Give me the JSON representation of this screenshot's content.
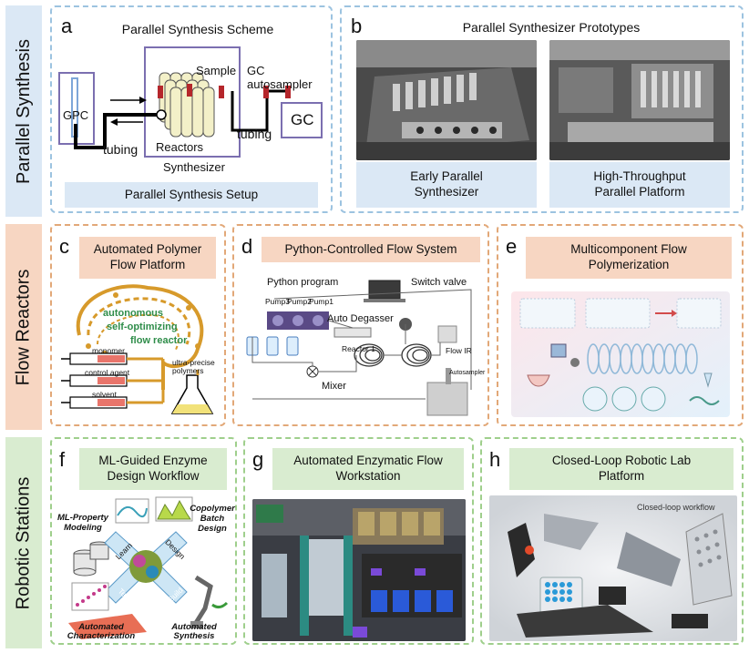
{
  "sections": {
    "parallel": "Parallel Synthesis",
    "flow": "Flow Reactors",
    "robotic": "Robotic Stations"
  },
  "panel_a": {
    "letter": "a",
    "title": "Parallel Synthesis Scheme",
    "labels": {
      "sample": "Sample",
      "gc_autosampler": "GC autosampler",
      "gpc": "GPC",
      "gc": "GC",
      "tubing_left": "tubing",
      "tubing_right": "tubing",
      "reactors": "Reactors",
      "synthesizer": "Synthesizer"
    },
    "caption": "Parallel Synthesis Setup"
  },
  "panel_b": {
    "letter": "b",
    "title": "Parallel Synthesizer Prototypes",
    "left_caption": "Early Parallel Synthesizer",
    "right_caption": "High-Throughput Parallel Platform"
  },
  "panel_c": {
    "letter": "c",
    "title": "Automated Polymer Flow Platform",
    "words": {
      "autonomous": "autonomous",
      "self_optimizing": "self-optimizing",
      "flow_reactor": "flow reactor"
    },
    "syringes": [
      "monomer",
      "control agent",
      "solvent"
    ],
    "flask": "ultra-precise polymers"
  },
  "panel_d": {
    "letter": "d",
    "title": "Python-Controlled Flow System",
    "labels": {
      "python": "Python program",
      "switch": "Switch valve",
      "pump3": "Pump3",
      "pump2": "Pump2",
      "pump1": "Pump1",
      "degasser": "Auto Degasser",
      "reactor": "Reactor 1",
      "flow_ir": "Flow IR",
      "mixer": "Mixer",
      "autosampler": "Autosampler"
    }
  },
  "panel_e": {
    "letter": "e",
    "title": "Multicomponent Flow Polymerization"
  },
  "panel_f": {
    "letter": "f",
    "title": "ML-Guided Enzyme Design Workflow",
    "labels": {
      "ml_model": "ML-Property Modeling",
      "copolymer": "Copolymer Batch Design",
      "learn": "Learn",
      "design": "Design",
      "test": "Test",
      "build": "Build",
      "auto_char": "Automated Characterization",
      "auto_syn": "Automated Synthesis"
    }
  },
  "panel_g": {
    "letter": "g",
    "title": "Automated Enzymatic Flow Workstation"
  },
  "panel_h": {
    "letter": "h",
    "title": "Closed-Loop Robotic Lab Platform",
    "photo_label": "Closed-loop workflow"
  },
  "colors": {
    "blue_dash": "#9cc3e0",
    "orange_dash": "#e2a878",
    "green_dash": "#9fcf8c",
    "blue_fill": "#dbe8f5",
    "orange_fill": "#f7d6c2",
    "green_fill": "#d9ecd0",
    "reactor_red": "#b5262b"
  }
}
